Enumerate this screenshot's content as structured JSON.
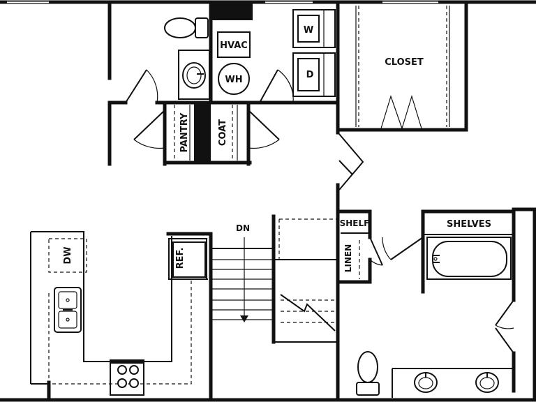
{
  "labels": {
    "hvac": "HVAC",
    "water_heater": "WH",
    "washer": "W",
    "dryer": "D",
    "closet": "CLOSET",
    "pantry": "PANTRY",
    "coat": "COAT",
    "dishwasher": "DW",
    "refrigerator": "REF.",
    "stairs_down": "DN",
    "shelf": "SHELF",
    "linen": "LINEN",
    "shelves": "SHELVES"
  }
}
